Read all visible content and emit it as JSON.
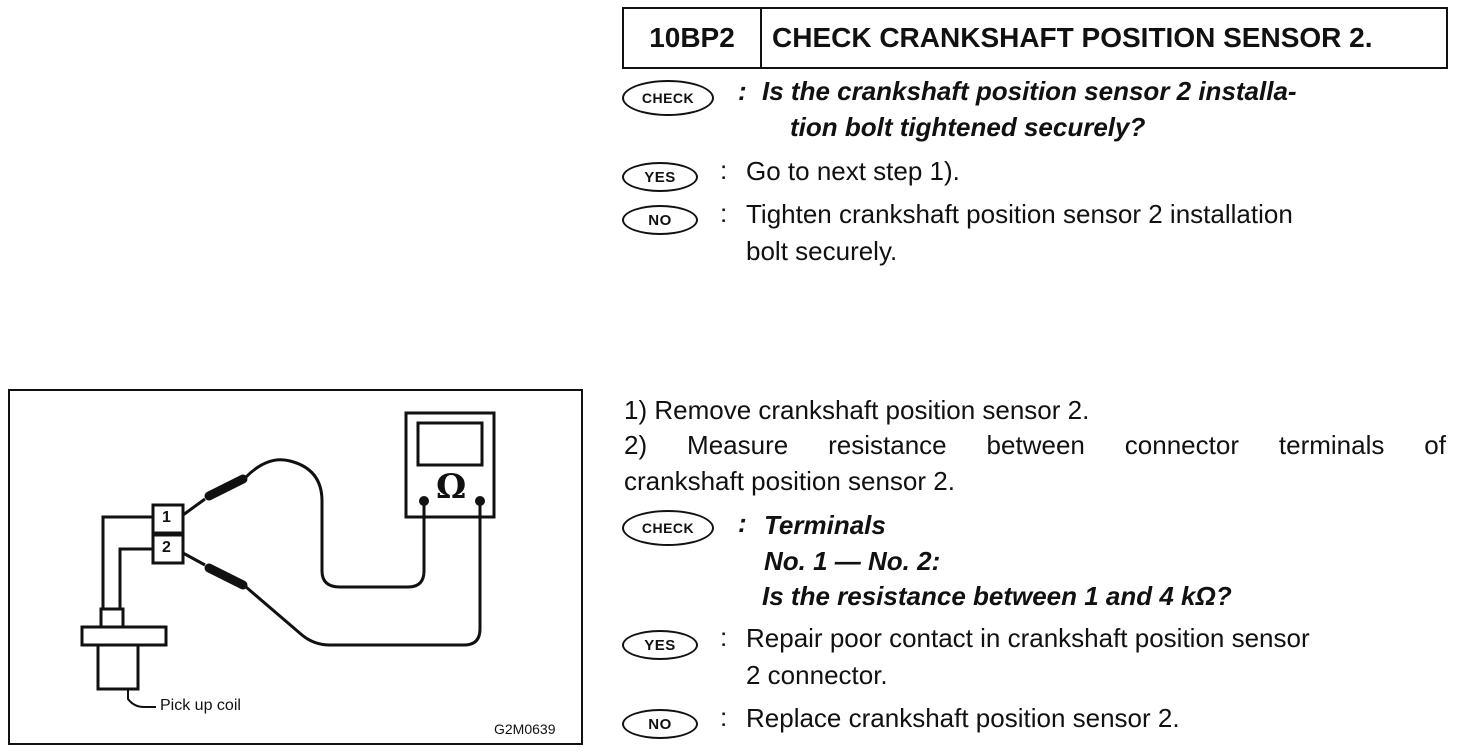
{
  "step": {
    "code": "10BP2",
    "title": "CHECK CRANKSHAFT POSITION SENSOR 2."
  },
  "badges": {
    "check": "CHECK",
    "yes": "YES",
    "no": "NO"
  },
  "check1": {
    "line1": "Is the crankshaft position sensor 2 installa-",
    "line2": "tion bolt tightened securely?"
  },
  "yes1": "Go to next step 1).",
  "no1": {
    "line1": "Tighten crankshaft position sensor 2 installation",
    "line2": "bolt securely."
  },
  "procedure": {
    "step1": "1)  Remove crankshaft position sensor 2.",
    "step2_line1": "2)  Measure  resistance  between  connector  terminals  of",
    "step2_line2": "crankshaft position sensor 2."
  },
  "check2": {
    "line1": "Terminals",
    "line2": "No. 1 — No. 2:",
    "line3": "Is the resistance between 1 and 4 kΩ?"
  },
  "yes2": {
    "line1": "Repair poor contact in crankshaft position sensor",
    "line2": "2 connector."
  },
  "no2": "Replace crankshaft position sensor 2.",
  "figure": {
    "meter_symbol": "Ω",
    "terminal1": "1",
    "terminal2": "2",
    "coil_label": "Pick up coil",
    "figure_code": "G2M0639"
  },
  "colon": ":"
}
